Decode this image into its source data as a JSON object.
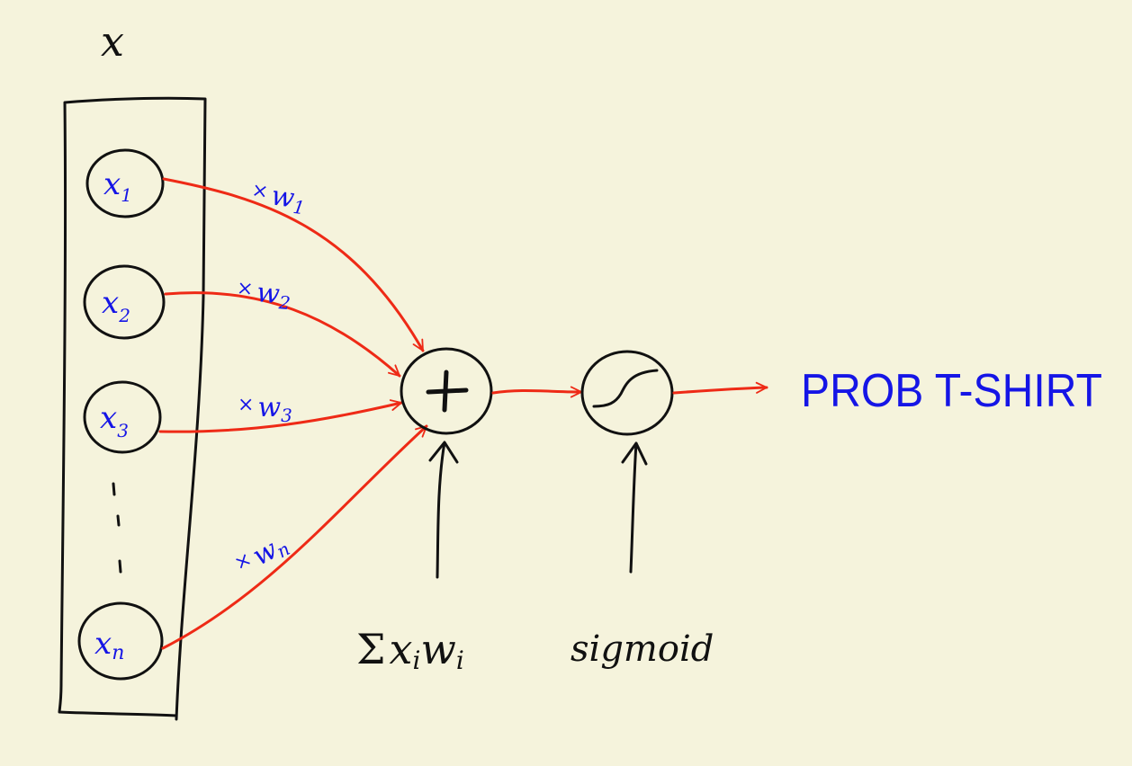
{
  "colors": {
    "background": "#f5f3dc",
    "ink": "#111111",
    "connection": "#ee2a16",
    "label": "#1515e6"
  },
  "vector_label": "x",
  "inputs": [
    {
      "name": "x",
      "sub": "1"
    },
    {
      "name": "x",
      "sub": "2"
    },
    {
      "name": "x",
      "sub": "3"
    },
    {
      "name": "x",
      "sub": "n"
    }
  ],
  "weights": [
    {
      "prefix": "×",
      "name": "w",
      "sub": "1"
    },
    {
      "prefix": "×",
      "name": "w",
      "sub": "2"
    },
    {
      "prefix": "×",
      "name": "w",
      "sub": "3"
    },
    {
      "prefix": "×",
      "name": "w",
      "sub": "n"
    }
  ],
  "sum_node": {
    "symbol": "+"
  },
  "sum_label": {
    "sigma": "Σ",
    "x": "x",
    "xsub": "i",
    "w": "w",
    "wsub": "i"
  },
  "activation_label": "sigmoid",
  "output_label": "PROB T-SHIRT",
  "icons": [
    "plus-icon",
    "sigmoid-curve-icon",
    "arrow-icon"
  ]
}
